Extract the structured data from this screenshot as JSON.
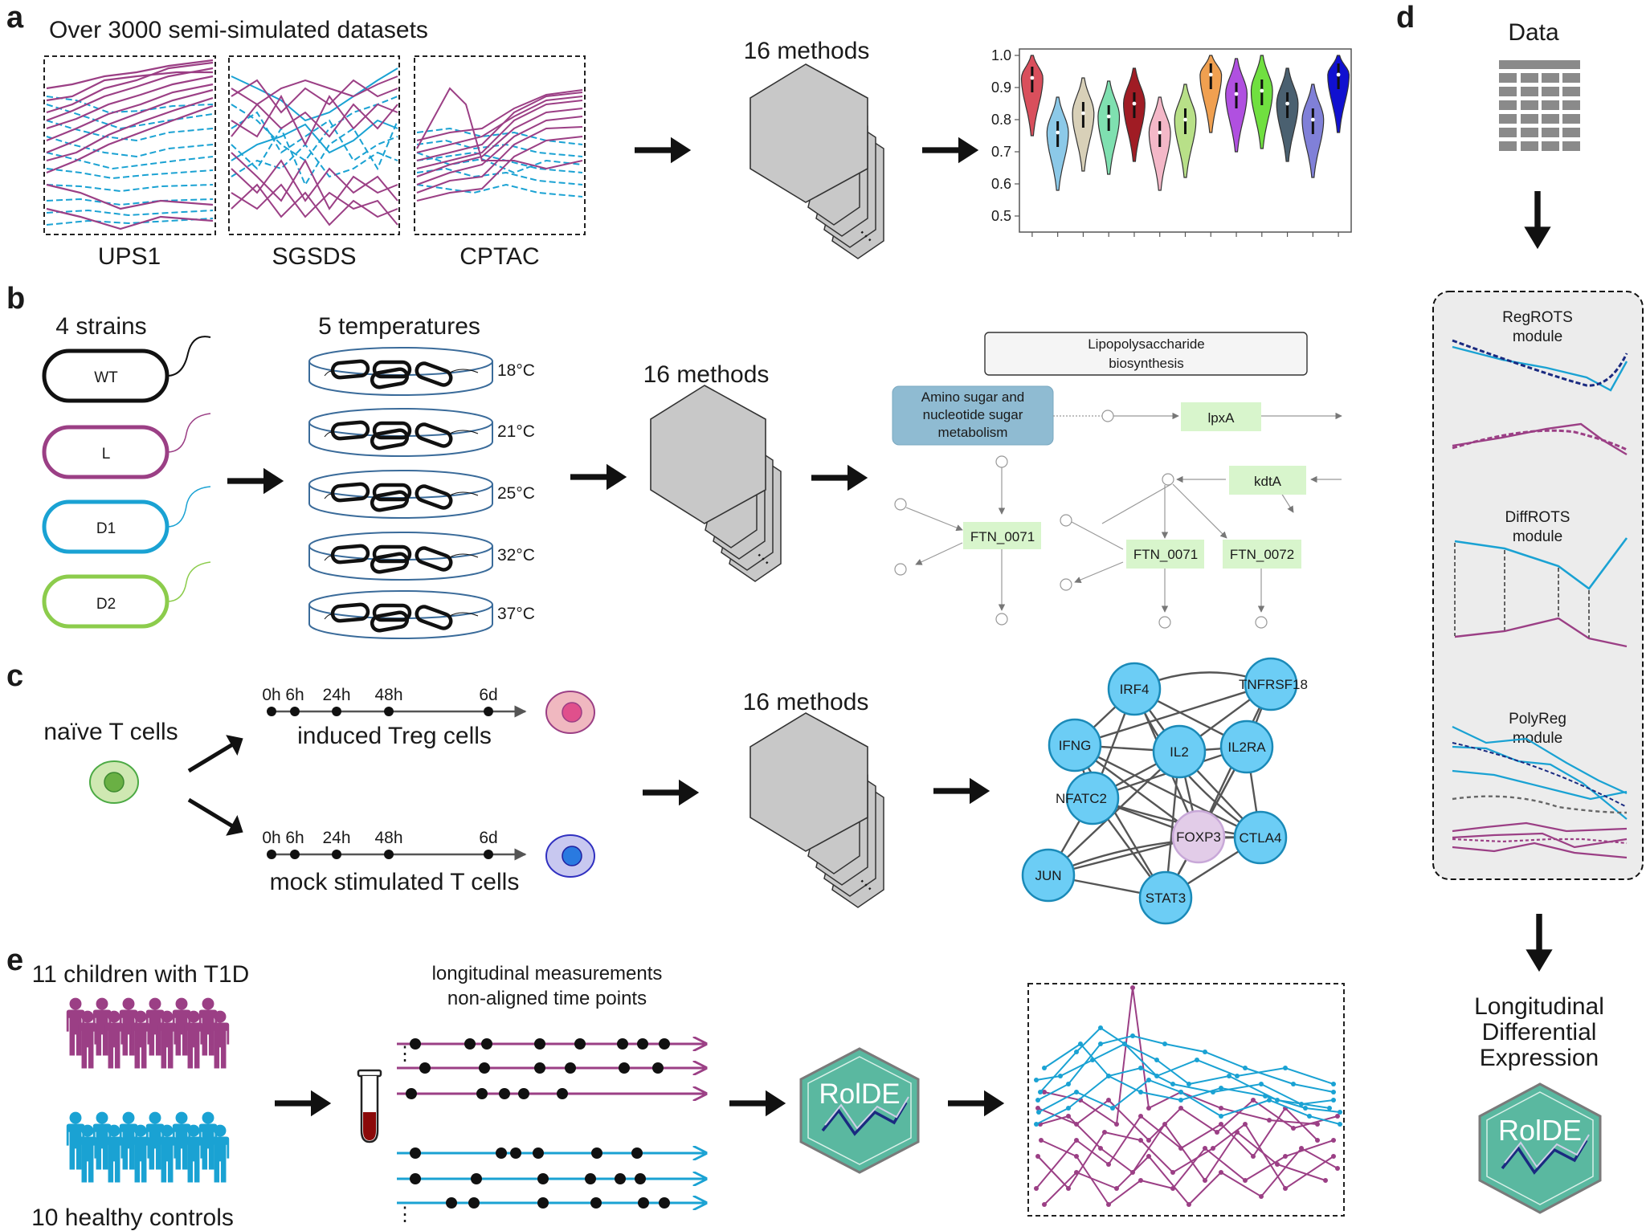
{
  "colors": {
    "magenta": "#9b3f85",
    "cyan": "#1aa2d3",
    "green": "#8ccc4c",
    "hex_gray": "#c8c8c8",
    "node_blue": "#6ccdf5",
    "foxp3": "#e2cce8",
    "pathway_green": "#d8f5cc",
    "pathway_blue": "#8fbbd2",
    "rolde_green": "#5ab8a0",
    "module_bg": "#ececec"
  },
  "panel_a": {
    "label": "a",
    "title": "Over 3000 semi-simulated datasets",
    "datasets": [
      "UPS1",
      "SGSDS",
      "CPTAC"
    ],
    "methods_label": "16 methods",
    "ytick_labels": [
      "1.0",
      "0.9",
      "0.8",
      "0.7",
      "0.6",
      "0.5"
    ],
    "ylim": [
      0.45,
      1.02
    ]
  },
  "chart_data": {
    "type": "violin",
    "title": "",
    "xlabel": "",
    "ylabel": "",
    "ylim": [
      0.45,
      1.02
    ],
    "series": [
      {
        "color": "#d94f5c",
        "median": 0.93
      },
      {
        "color": "#8cc9e8",
        "median": 0.76
      },
      {
        "color": "#d8d0b8",
        "median": 0.82
      },
      {
        "color": "#7fe0b0",
        "median": 0.81
      },
      {
        "color": "#a01c24",
        "median": 0.85
      },
      {
        "color": "#f4b8c8",
        "median": 0.76
      },
      {
        "color": "#b8e088",
        "median": 0.8
      },
      {
        "color": "#f0a050",
        "median": 0.94
      },
      {
        "color": "#b050e0",
        "median": 0.88
      },
      {
        "color": "#70e040",
        "median": 0.89
      },
      {
        "color": "#4a6070",
        "median": 0.85
      },
      {
        "color": "#8080d8",
        "median": 0.8
      },
      {
        "color": "#1010d0",
        "median": 0.94
      }
    ]
  },
  "panel_b": {
    "label": "b",
    "strains_title": "4 strains",
    "strains": [
      "WT",
      "L",
      "D1",
      "D2"
    ],
    "temps_title": "5 temperatures",
    "temps": [
      "18°C",
      "21°C",
      "25°C",
      "32°C",
      "37°C"
    ],
    "methods_label": "16 methods",
    "pathway": {
      "lps": [
        "Lipopolysaccharide",
        "biosynthesis"
      ],
      "amino": [
        "Amino sugar and",
        "nucleotide sugar",
        "metabolism"
      ],
      "genes": [
        "lpxA",
        "kdtA",
        "FTN_0071",
        "FTN_0071",
        "FTN_0072"
      ]
    }
  },
  "panel_c": {
    "label": "c",
    "naive": "naïve T cells",
    "timepoints": [
      "0h",
      "6h",
      "24h",
      "48h",
      "6d"
    ],
    "induced": "induced Treg cells",
    "mock": "mock stimulated T cells",
    "methods_label": "16 methods",
    "network": [
      "IRF4",
      "TNFRSF18",
      "IFNG",
      "IL2",
      "IL2RA",
      "NFATC2",
      "FOXP3",
      "CTLA4",
      "JUN",
      "STAT3"
    ]
  },
  "panel_d": {
    "label": "d",
    "data_label": "Data",
    "modules": [
      [
        "RegROTS",
        "module"
      ],
      [
        "DiffROTS",
        "module"
      ],
      [
        "PolyReg",
        "module"
      ]
    ],
    "result": [
      "Longitudinal",
      "Differential",
      "Expression"
    ],
    "logo": "RolDE"
  },
  "panel_e": {
    "label": "e",
    "t1d": "11 children with T1D",
    "controls": "10 healthy controls",
    "longitudinal": [
      "longitudinal measurements",
      "non-aligned time points"
    ],
    "logo": "RolDE"
  }
}
